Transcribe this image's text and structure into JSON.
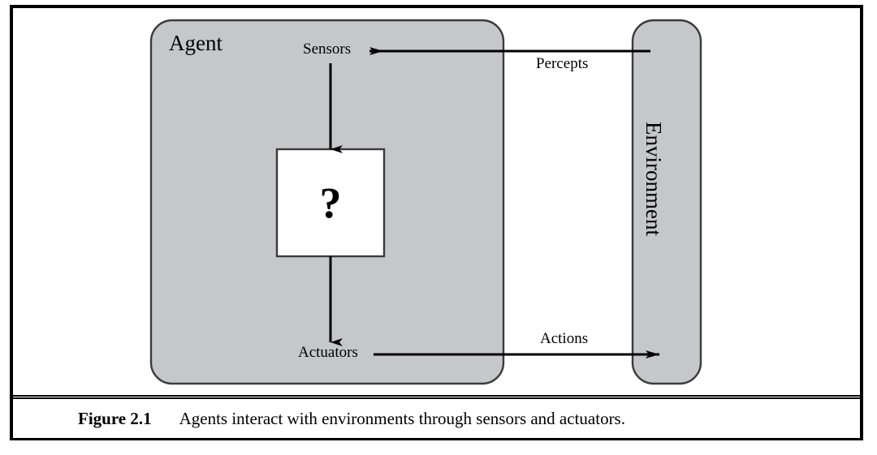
{
  "figure": {
    "caption_label": "Figure 2.1",
    "caption_text": "Agents interact with environments through sensors and actuators.",
    "colors": {
      "box_fill": "#c6c7c9",
      "box_stroke": "#3b3b3f",
      "line": "#000000",
      "inner_box_fill": "#ffffff",
      "frame": "#000000",
      "page_background": "#ffffff"
    }
  },
  "diagram": {
    "agent": {
      "title": "Agent",
      "inner_box_label": "?",
      "sensors_label": "Sensors",
      "actuators_label": "Actuators"
    },
    "environment": {
      "title": "Environment"
    },
    "flows": {
      "percepts_label": "Percepts",
      "actions_label": "Actions"
    }
  }
}
